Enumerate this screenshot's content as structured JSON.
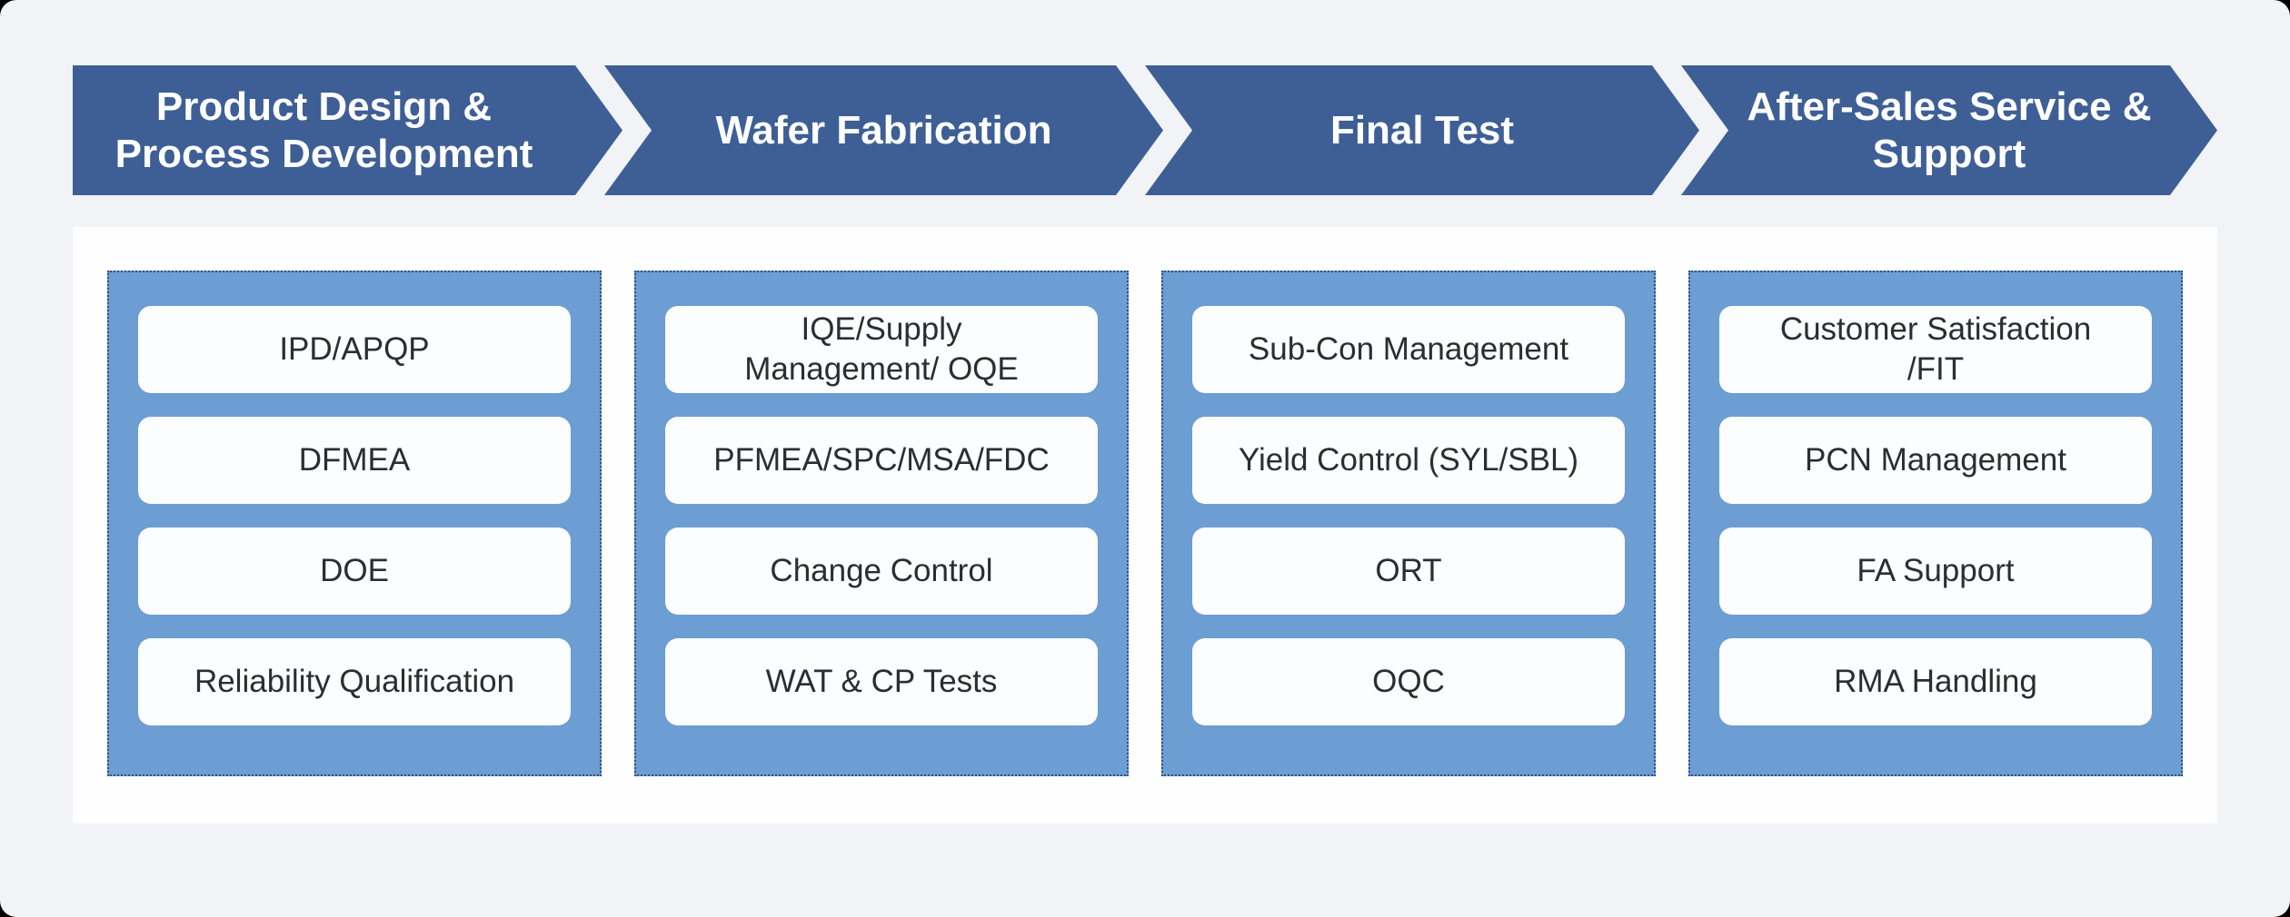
{
  "page": {
    "background": "#f2f3f6",
    "frame": "#000000"
  },
  "colors": {
    "arrow_bg": "#3e5f96",
    "arrow_text": "#ffffff",
    "content_bg": "#fefefe",
    "column_bg": "#6c9dd3",
    "column_border": "#2f5080",
    "pill_bg": "#fbfdff",
    "pill_text": "#2b2d31"
  },
  "stages": [
    {
      "label": "Product Design &\nProcess Development",
      "items": [
        "IPD/APQP",
        "DFMEA",
        "DOE",
        "Reliability Qualification"
      ]
    },
    {
      "label": "Wafer Fabrication",
      "items": [
        "IQE/Supply\nManagement/ OQE",
        "PFMEA/SPC/MSA/FDC",
        "Change Control",
        "WAT & CP Tests"
      ]
    },
    {
      "label": "Final Test",
      "items": [
        "Sub-Con Management",
        "Yield Control (SYL/SBL)",
        "ORT",
        "OQC"
      ]
    },
    {
      "label": "After-Sales Service &\nSupport",
      "items": [
        "Customer Satisfaction\n/FIT",
        "PCN Management",
        "FA Support",
        "RMA Handling"
      ]
    }
  ]
}
